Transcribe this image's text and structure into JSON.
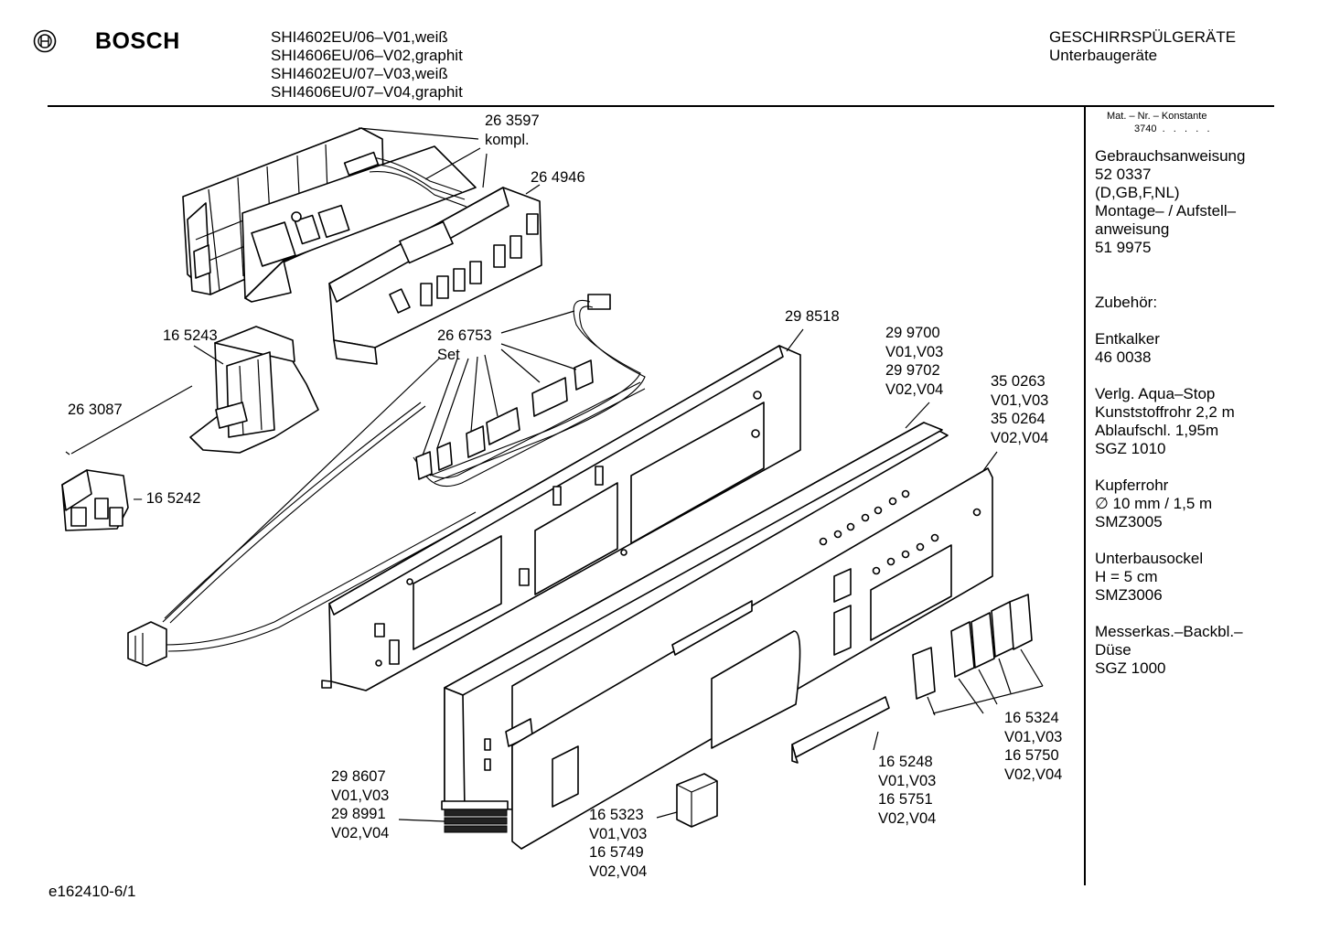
{
  "header": {
    "brand": "BOSCH",
    "models": [
      "SHI4602EU/06–V01,weiß",
      "SHI4606EU/06–V02,graphit",
      "SHI4602EU/07–V03,weiß",
      "SHI4606EU/07–V04,graphit"
    ],
    "category": "GESCHIRRSPÜLGERÄTE",
    "subcategory": "Unterbaugeräte"
  },
  "sidebar": {
    "mat_label": "Mat. – Nr. – Konstante",
    "mat_value": "3740  .   .   .   .   .",
    "lines": [
      "Gebrauchsanweisung",
      "52 0337",
      "(D,GB,F,NL)",
      "Montage– / Aufstell–",
      "anweisung",
      "51 9975",
      "",
      "",
      "Zubehör:",
      "",
      "Entkalker",
      "46 0038",
      "",
      "Verlg. Aqua–Stop",
      "Kunststoffrohr 2,2 m",
      "Ablaufschl. 1,95m",
      "SGZ 1010",
      "",
      "Kupferrohr",
      "∅ 10 mm / 1,5 m",
      "SMZ3005",
      "",
      "Unterbausockel",
      "H = 5 cm",
      "SMZ3006",
      "",
      "Messerkas.–Backbl.–",
      "Düse",
      "SGZ 1000"
    ]
  },
  "parts": {
    "p263597": [
      "26 3597",
      "kompl."
    ],
    "p264946": [
      "26 4946"
    ],
    "p165243": [
      "16 5243"
    ],
    "p263087": [
      "26 3087"
    ],
    "p165242": [
      "– 16 5242"
    ],
    "p266753": [
      "26 6753",
      "Set"
    ],
    "p298518": [
      "29 8518"
    ],
    "p299700": [
      "29 9700",
      "V01,V03",
      "29 9702",
      "V02,V04"
    ],
    "p350263": [
      "35 0263",
      "V01,V03",
      "35 0264",
      "V02,V04"
    ],
    "p165324": [
      "16 5324",
      "V01,V03",
      "16 5750",
      "V02,V04"
    ],
    "p165248": [
      "16 5248",
      "V01,V03",
      "16 5751",
      "V02,V04"
    ],
    "p298607": [
      "29 8607",
      "V01,V03",
      "29 8991",
      "V02,V04"
    ],
    "p165323": [
      "16 5323",
      "V01,V03",
      "16 5749",
      "V02,V04"
    ]
  },
  "footer": {
    "drawing_id": "e162410-6/1"
  }
}
